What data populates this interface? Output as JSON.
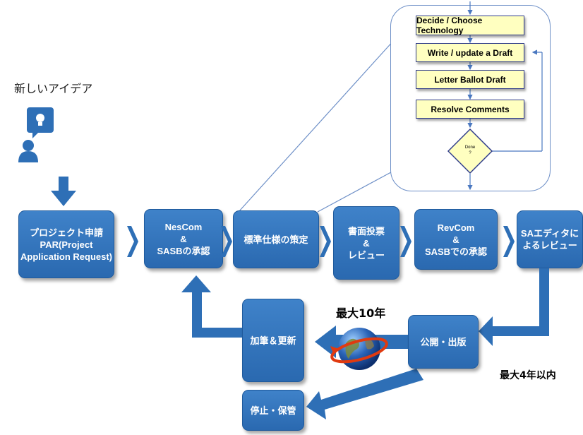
{
  "idea": {
    "label": "新しいアイデア",
    "person_icon": "person-with-lightbulb-icon"
  },
  "process": {
    "par": "プロジェクト申請\nPAR(Project\nApplication Request)",
    "nescom": "NesCom\n&\nSASBの承認",
    "standard_dev": "標準仕様の策定",
    "ballot": "書面投票\n&\nレビュー",
    "revcom": "RevCom\n&\nSASBでの承認",
    "editor": "SAエディタに\nよるレビュー",
    "publish": "公開・出版",
    "amend": "加筆＆更新",
    "withdraw": "停止・保管"
  },
  "annotations": {
    "max10": "最大10年",
    "max4": "最大4年以内"
  },
  "detail": {
    "steps": [
      "Decide / Choose Technology",
      "Write / update a Draft",
      "Letter Ballot Draft",
      "Resolve Comments"
    ],
    "decision": "Done\n?"
  },
  "colors": {
    "box": "#2e6fb6",
    "arrow": "#2e6fb6",
    "flow_box": "#ffffc0",
    "flow_line": "#4a78c0"
  },
  "globe_icon": "globe-with-circular-arrow-icon"
}
